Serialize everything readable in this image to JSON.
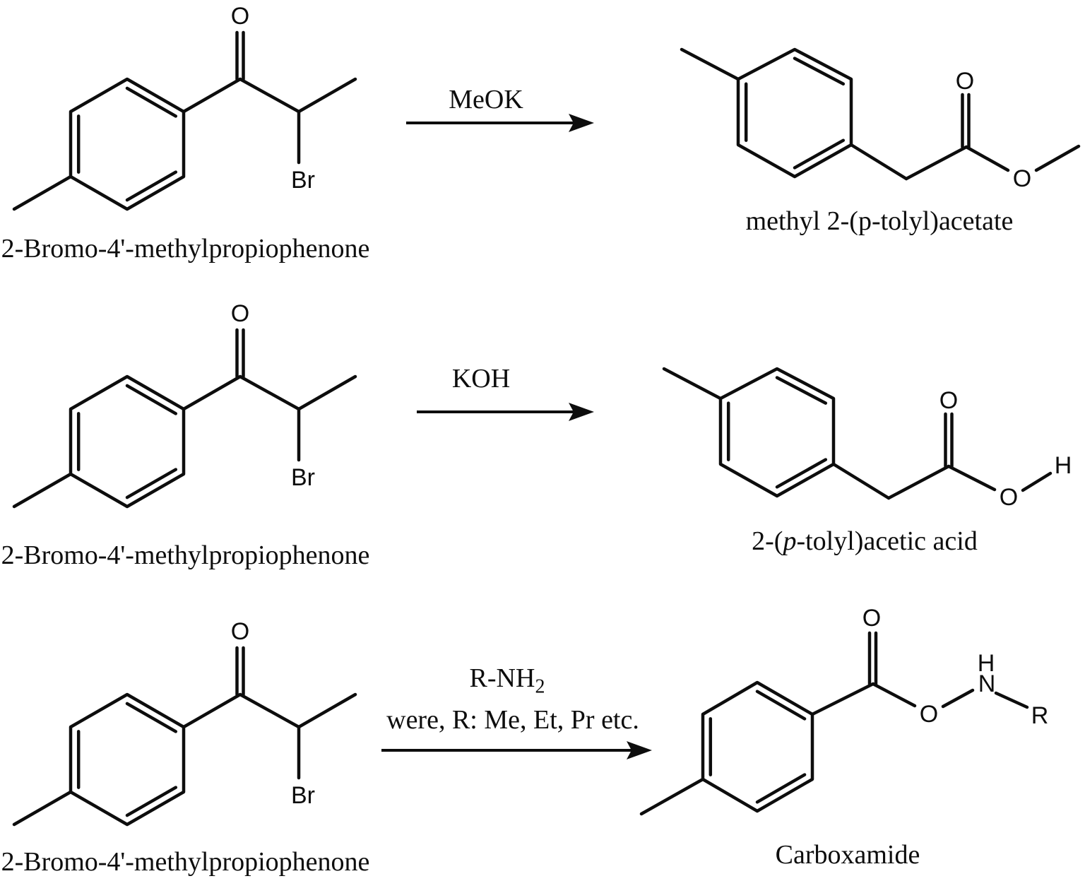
{
  "scheme": {
    "ink_color": "#0d0d0d",
    "background_color": "#ffffff"
  },
  "reactions": [
    {
      "reactant": {
        "caption": "2-Bromo-4'-methylpropiophenone",
        "atoms": {
          "carbonyl_o": "O",
          "bromine": "Br"
        }
      },
      "reagent": {
        "label": "MeOK"
      },
      "product": {
        "caption": "methyl 2-(p-tolyl)acetate",
        "atoms": {
          "carbonyl_o": "O",
          "ester_o": "O"
        }
      }
    },
    {
      "reactant": {
        "caption": "2-Bromo-4'-methylpropiophenone",
        "atoms": {
          "carbonyl_o": "O",
          "bromine": "Br"
        }
      },
      "reagent": {
        "label": "KOH"
      },
      "product": {
        "caption_pre": "2-(",
        "caption_italic": "p",
        "caption_post": "-tolyl)acetic acid",
        "atoms": {
          "carbonyl_o": "O",
          "hydroxyl_o": "O",
          "hydroxyl_h": "H"
        }
      }
    },
    {
      "reactant": {
        "caption": "2-Bromo-4'-methylpropiophenone",
        "atoms": {
          "carbonyl_o": "O",
          "bromine": "Br"
        }
      },
      "reagent": {
        "line1_base": "R-NH",
        "line1_sub": "2",
        "line2": "were, R: Me, Et, Pr etc."
      },
      "product": {
        "caption": "Carboxamide",
        "atoms": {
          "carbonyl_o": "O",
          "ester_o": "O",
          "amine_h": "H",
          "amine_n": "N",
          "r_group": "R"
        }
      }
    }
  ]
}
